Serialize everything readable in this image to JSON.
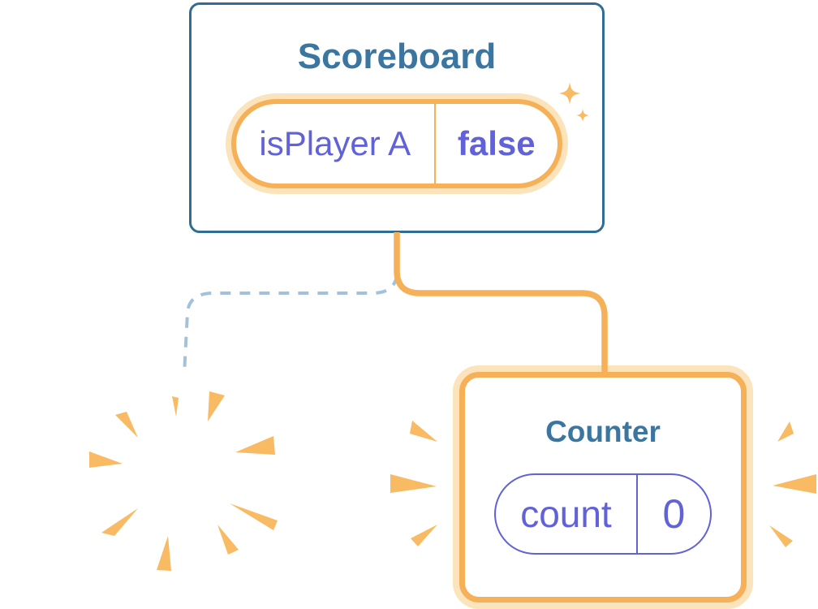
{
  "diagram": {
    "background": "#FFFFFF",
    "colors": {
      "component_border_blue": "#2F6D94",
      "component_title_blue": "#3A76A0",
      "highlight_orange": "#F6B158",
      "highlight_orange_glow": "#FBE3BC",
      "state_purple": "#6161D8",
      "removed_link_blue": "#A4C1DC",
      "burst_orange": "#F8BA62"
    },
    "scoreboard": {
      "title": "Scoreboard",
      "state": {
        "name": "isPlayer A",
        "value": "false"
      }
    },
    "counter": {
      "title": "Counter",
      "state": {
        "name": "count",
        "value": "0"
      }
    },
    "icons": [
      "sparkles-icon",
      "explosion-burst-icon",
      "emphasis-burst-left-icon",
      "emphasis-burst-right-icon",
      "solid-connector-line",
      "dashed-connector-line"
    ]
  }
}
